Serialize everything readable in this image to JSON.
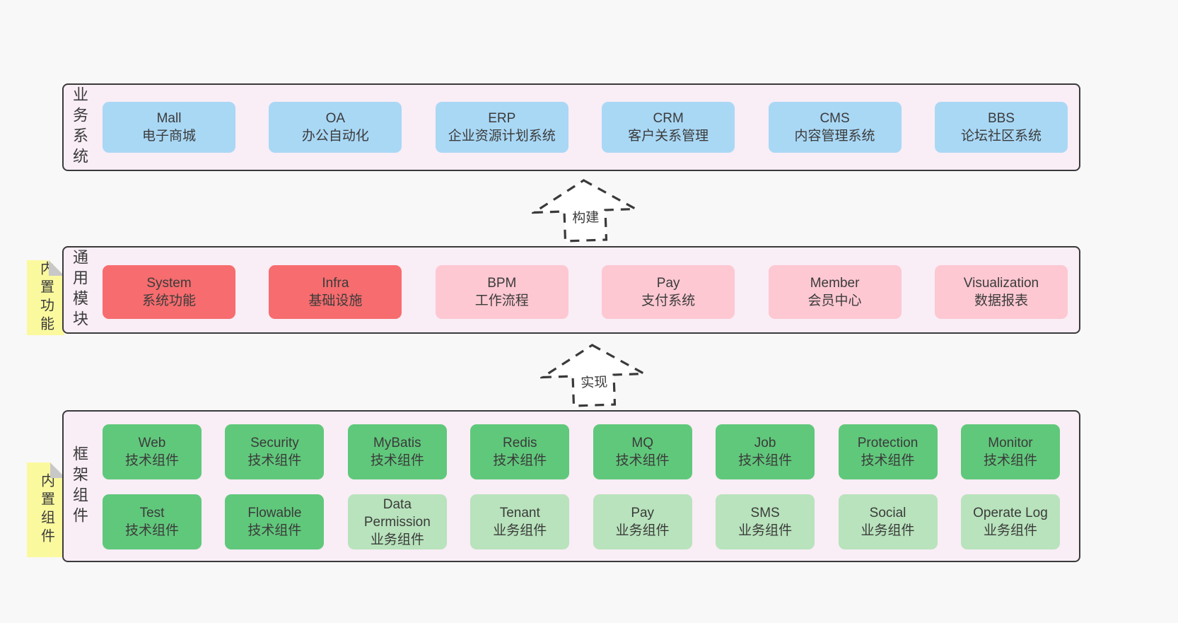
{
  "colors": {
    "pageBg": "#f8f8f8",
    "layerFill": "#f9edf6",
    "layerBorder": "#3a3a3a",
    "blue": "#a9d8f5",
    "red": "#f76c6e",
    "pink": "#fdc8d2",
    "green": "#60c87b",
    "lightgreen": "#b8e3bc",
    "noteYellow": "#fbf99e",
    "noteFold": "#c8c8c8",
    "text": "#3b3b3b",
    "arrowFill": "#ffffff"
  },
  "layers": {
    "business": {
      "label": "业务系统",
      "boxes": [
        {
          "en": "Mall",
          "zh": "电子商城",
          "type": "blue"
        },
        {
          "en": "OA",
          "zh": "办公自动化",
          "type": "blue"
        },
        {
          "en": "ERP",
          "zh": "企业资源计划系统",
          "type": "blue"
        },
        {
          "en": "CRM",
          "zh": "客户关系管理",
          "type": "blue"
        },
        {
          "en": "CMS",
          "zh": "内容管理系统",
          "type": "blue"
        },
        {
          "en": "BBS",
          "zh": "论坛社区系统",
          "type": "blue"
        }
      ]
    },
    "modules": {
      "label": "通用模块",
      "note": "内置功能",
      "boxes": [
        {
          "en": "System",
          "zh": "系统功能",
          "type": "red"
        },
        {
          "en": "Infra",
          "zh": "基础设施",
          "type": "red"
        },
        {
          "en": "BPM",
          "zh": "工作流程",
          "type": "pink"
        },
        {
          "en": "Pay",
          "zh": "支付系统",
          "type": "pink"
        },
        {
          "en": "Member",
          "zh": "会员中心",
          "type": "pink"
        },
        {
          "en": "Visualization",
          "zh": "数据报表",
          "type": "pink"
        }
      ]
    },
    "components": {
      "label": "框架组件",
      "note": "内置组件",
      "rows": {
        "row1": [
          {
            "en": "Web",
            "zh": "技术组件",
            "type": "green"
          },
          {
            "en": "Security",
            "zh": "技术组件",
            "type": "green"
          },
          {
            "en": "MyBatis",
            "zh": "技术组件",
            "type": "green"
          },
          {
            "en": "Redis",
            "zh": "技术组件",
            "type": "green"
          },
          {
            "en": "MQ",
            "zh": "技术组件",
            "type": "green"
          },
          {
            "en": "Job",
            "zh": "技术组件",
            "type": "green"
          },
          {
            "en": "Protection",
            "zh": "技术组件",
            "type": "green"
          },
          {
            "en": "Monitor",
            "zh": "技术组件",
            "type": "green"
          }
        ],
        "row2": [
          {
            "en": "Test",
            "zh": "技术组件",
            "type": "green"
          },
          {
            "en": "Flowable",
            "zh": "技术组件",
            "type": "green"
          },
          {
            "en": "Data Permission",
            "zh": "业务组件",
            "type": "lightgreen"
          },
          {
            "en": "Tenant",
            "zh": "业务组件",
            "type": "lightgreen"
          },
          {
            "en": "Pay",
            "zh": "业务组件",
            "type": "lightgreen"
          },
          {
            "en": "SMS",
            "zh": "业务组件",
            "type": "lightgreen"
          },
          {
            "en": "Social",
            "zh": "业务组件",
            "type": "lightgreen"
          },
          {
            "en": "Operate Log",
            "zh": "业务组件",
            "type": "lightgreen"
          }
        ]
      }
    }
  },
  "arrows": {
    "build": {
      "label": "构建"
    },
    "implement": {
      "label": "实现"
    }
  }
}
